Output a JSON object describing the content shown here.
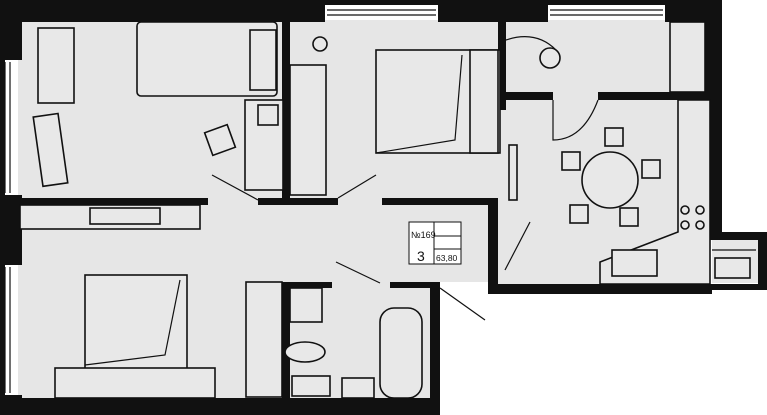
{
  "apartment_label": {
    "number": "№169",
    "rooms": "3",
    "area": "63,80"
  },
  "colors": {
    "floor": "#e6e6e6",
    "walls": "#111111",
    "background": "#ffffff"
  }
}
